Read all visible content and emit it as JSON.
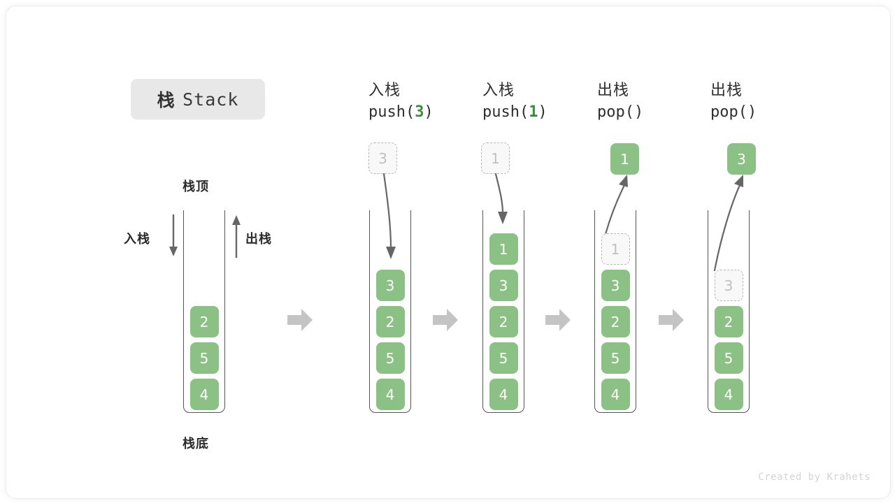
{
  "title": {
    "cn": "栈",
    "en": "Stack"
  },
  "labels": {
    "top": "栈顶",
    "bottom": "栈底",
    "push": "入栈",
    "pop": "出栈"
  },
  "footer": "Created by Krahets",
  "colors": {
    "cell_fill": "#8cc185",
    "cell_text": "#ffffff",
    "ghost_fill": "#f8f8f8",
    "ghost_text": "#c0c0c0",
    "ghost_border": "#b8b8b8",
    "tube_border": "#555555",
    "arrow_gray": "#666666",
    "block_arrow": "#c4c4c4",
    "chip_bg": "#e8e8e8",
    "accent_green": "#3f8a43",
    "footer_text": "#d4d4d4"
  },
  "steps": [
    {
      "id": "initial",
      "head_cn": "",
      "head_code_pre": "",
      "head_code_arg": "",
      "head_code_post": "",
      "stack": [
        "2",
        "5",
        "4"
      ],
      "ghost_index": -1,
      "floating": null
    },
    {
      "id": "push-3",
      "head_cn": "入栈",
      "head_code_pre": "push(",
      "head_code_arg": "3",
      "head_code_post": ")",
      "stack": [
        "3",
        "2",
        "5",
        "4"
      ],
      "ghost_index": -1,
      "floating": {
        "value": "3",
        "style": "ghost",
        "direction": "down"
      }
    },
    {
      "id": "push-1",
      "head_cn": "入栈",
      "head_code_pre": "push(",
      "head_code_arg": "1",
      "head_code_post": ")",
      "stack": [
        "1",
        "3",
        "2",
        "5",
        "4"
      ],
      "ghost_index": -1,
      "floating": {
        "value": "1",
        "style": "ghost",
        "direction": "down"
      }
    },
    {
      "id": "pop-1",
      "head_cn": "出栈",
      "head_code_pre": "pop(",
      "head_code_arg": "",
      "head_code_post": ")",
      "stack": [
        "1",
        "3",
        "2",
        "5",
        "4"
      ],
      "ghost_index": 0,
      "floating": {
        "value": "1",
        "style": "filled",
        "direction": "up"
      }
    },
    {
      "id": "pop-3",
      "head_cn": "出栈",
      "head_code_pre": "pop(",
      "head_code_arg": "",
      "head_code_post": ")",
      "stack": [
        "3",
        "2",
        "5",
        "4"
      ],
      "ghost_index": 0,
      "floating": {
        "value": "3",
        "style": "filled",
        "direction": "up"
      }
    }
  ],
  "separators": [
    "separator-1",
    "separator-2",
    "separator-3",
    "separator-4"
  ]
}
